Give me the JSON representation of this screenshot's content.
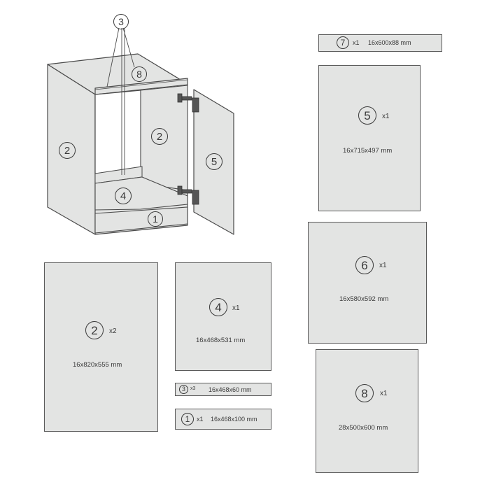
{
  "assembly": {
    "callouts": {
      "three": "3",
      "eight": "8",
      "two_left": "2",
      "two_inner": "2",
      "five": "5",
      "four": "4",
      "one": "1"
    }
  },
  "parts": [
    {
      "id": "7",
      "qty": "x1",
      "dims": "16x600x88 mm"
    },
    {
      "id": "5",
      "qty": "x1",
      "dims": "16x715x497 mm"
    },
    {
      "id": "6",
      "qty": "x1",
      "dims": "16x580x592 mm"
    },
    {
      "id": "8",
      "qty": "x1",
      "dims": "28x500x600 mm"
    },
    {
      "id": "2",
      "qty": "x2",
      "dims": "16x820x555 mm"
    },
    {
      "id": "4",
      "qty": "x1",
      "dims": "16x468x531 mm"
    },
    {
      "id": "3",
      "qty": "x3",
      "dims": "16x468x60 mm"
    },
    {
      "id": "1",
      "qty": "x1",
      "dims": "16x468x100 mm"
    }
  ],
  "colors": {
    "panel_fill": "#e3e4e3",
    "line": "#3a3a3a",
    "hinge": "#555555"
  }
}
